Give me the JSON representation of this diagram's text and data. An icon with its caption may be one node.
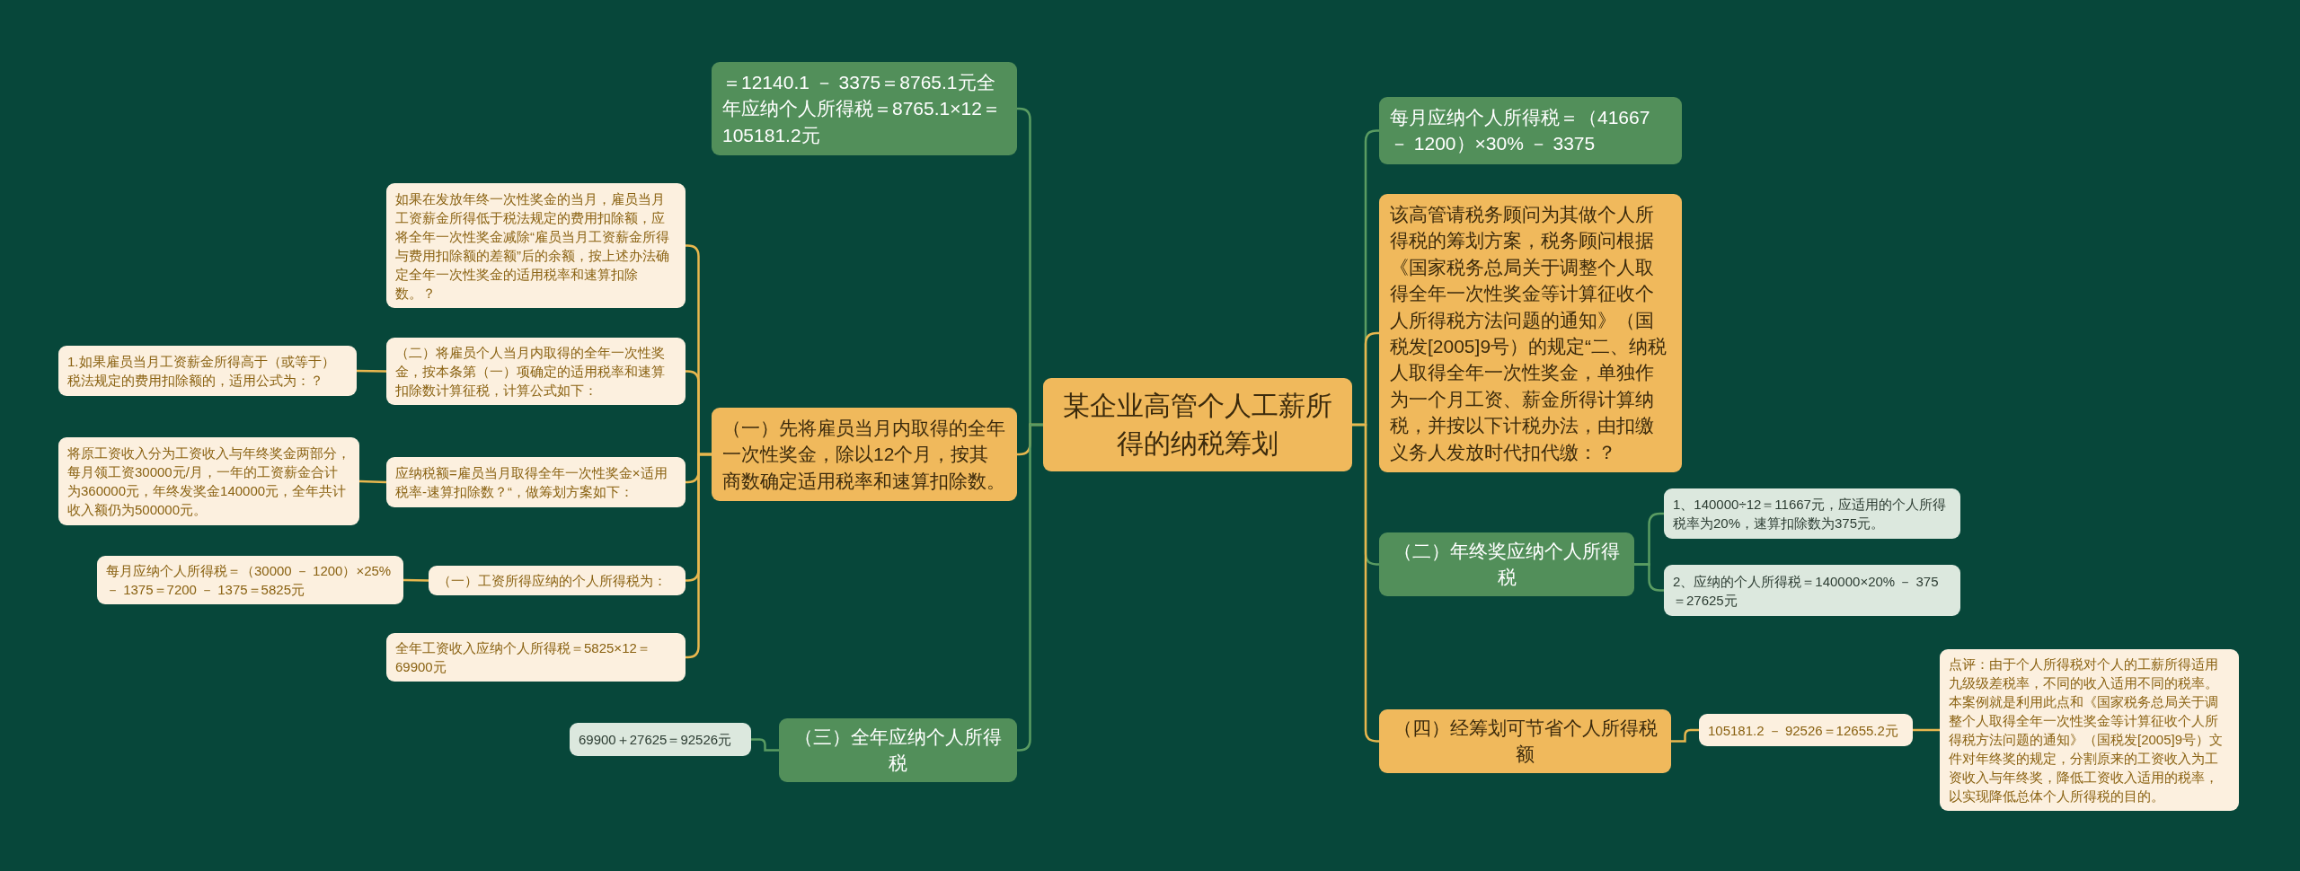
{
  "diagram": {
    "nodes": [
      {
        "text": [
          "某企业高管个人工薪所得的纳税筹划"
        ]
      },
      {
        "text": [
          "＝12140.1 － 3375＝8765.1元全年应纳个人所得税＝8765.1×12＝105181.2元"
        ]
      },
      {
        "text": [
          "（一）先将雇员当月内取得的全年一次性奖金，除以12个月，按其商数确定适用税率和速算扣除数。"
        ]
      },
      {
        "text": [
          "如果在发放年终一次性奖金的当月，雇员当月工资薪金所得低于税法规定的费用扣除额，应将全年一次性奖金减除“雇员当月工资薪金所得与费用扣除额的差额”后的余额，按上述办法确定全年一次性奖金的适用税率和速算扣除数。？"
        ]
      },
      {
        "text": [
          "（二）将雇员个人当月内取得的全年一次性奖金，按本条第（一）项确定的适用税率和速算扣除数计算征税，计算公式如下："
        ]
      },
      {
        "text": [
          "1.如果雇员当月工资薪金所得高于（或等于）税法规定的费用扣除额的，适用公式为：？"
        ]
      },
      {
        "text": [
          "应纳税额=雇员当月取得全年一次性奖金×适用税率-速算扣除数？“，做筹划方案如下："
        ]
      },
      {
        "text": [
          "将原工资收入分为工资收入与年终奖金两部分，每月领工资30000元/月，一年的工资薪金合计为360000元，年终发奖金140000元，全年共计收入额仍为500000元。"
        ]
      },
      {
        "text": [
          "（一）工资所得应纳的个人所得税为："
        ]
      },
      {
        "text": [
          "每月应纳个人所得税＝（30000 － 1200）×25% － 1375＝7200 － 1375＝5825元"
        ]
      },
      {
        "text": [
          "全年工资收入应纳个人所得税＝5825×12＝69900元"
        ]
      },
      {
        "text": [
          "（三）全年应纳个人所得税"
        ]
      },
      {
        "text": [
          "69900＋27625＝92526元"
        ]
      },
      {
        "text": [
          "每月应纳个人所得税＝（41667 － 1200）×30% － 3375"
        ]
      },
      {
        "text": [
          "该高管请税务顾问为其做个人所得税的筹划方案，税务顾问根据《国家税务总局关于调整个人取得全年一次性奖金等计算征收个人所得税方法问题的通知》（国税发[2005]9号）的规定“二、纳税人取得全年一次性奖金，单独作为一个月工资、薪金所得计算纳税，并按以下计税办法，由扣缴义务人发放时代扣代缴：？"
        ]
      },
      {
        "text": [
          "（二）年终奖应纳个人所得税"
        ]
      },
      {
        "text": [
          "1、140000÷12＝11667元，应适用的个人所得税率为20%，速算扣除数为375元。"
        ]
      },
      {
        "text": [
          "2、应纳的个人所得税＝140000×20% － 375＝27625元"
        ]
      },
      {
        "text": [
          "（四）经筹划可节省个人所得税额"
        ]
      },
      {
        "text": [
          "105181.2 － 92526＝12655.2元"
        ]
      },
      {
        "text": [
          "点评：由于个人所得税对个人的工薪所得适用九级级差税率，不同的收入适用不同的税率。本案例就是利用此点和《国家税务总局关于调整个人取得全年一次性奖金等计算征收个人所得税方法问题的通知》（国税发[2005]9号）文件对年终奖的规定，分割原来的工资收入为工资收入与年终奖，降低工资收入适用的税率，以实现降低总体个人所得税的目的。"
        ]
      }
    ],
    "edges": [
      {
        "from": 0,
        "to": 1,
        "arrow": "none",
        "color": "#5a9c62"
      },
      {
        "from": 0,
        "to": 2,
        "arrow": "none"
      },
      {
        "from": 2,
        "to": 3,
        "arrow": "none"
      },
      {
        "from": 2,
        "to": 4,
        "arrow": "none"
      },
      {
        "from": 4,
        "to": 5,
        "arrow": "none"
      },
      {
        "from": 2,
        "to": 6,
        "arrow": "none"
      },
      {
        "from": 6,
        "to": 7,
        "arrow": "none"
      },
      {
        "from": 2,
        "to": 8,
        "arrow": "none"
      },
      {
        "from": 8,
        "to": 9,
        "arrow": "none"
      },
      {
        "from": 2,
        "to": 10,
        "arrow": "none"
      },
      {
        "from": 0,
        "to": 11,
        "arrow": "none",
        "color": "#5a9c62"
      },
      {
        "from": 11,
        "to": 12,
        "arrow": "none",
        "color": "#5a9c62"
      },
      {
        "from": 0,
        "to": 13,
        "arrow": "none",
        "color": "#5a9c62"
      },
      {
        "from": 0,
        "to": 14,
        "arrow": "none"
      },
      {
        "from": 0,
        "to": 15,
        "arrow": "none",
        "color": "#5a9c62"
      },
      {
        "from": 15,
        "to": 16,
        "arrow": "none",
        "color": "#5a9c62"
      },
      {
        "from": 15,
        "to": 17,
        "arrow": "none",
        "color": "#5a9c62"
      },
      {
        "from": 0,
        "to": 18,
        "arrow": "none"
      },
      {
        "from": 18,
        "to": 19,
        "arrow": "none"
      },
      {
        "from": 19,
        "to": 20,
        "arrow": "none"
      }
    ]
  }
}
